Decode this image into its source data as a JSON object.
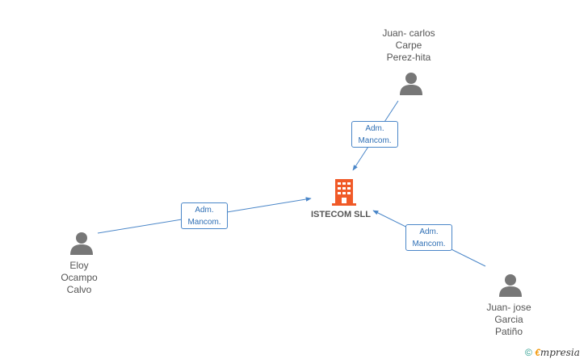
{
  "company": {
    "name": "ISTECOM SLL",
    "icon": "building-icon",
    "color": "#f05a28"
  },
  "persons": [
    {
      "id": "juan-carlos",
      "name_lines": [
        "Juan- carlos",
        "Carpe",
        "Perez-hita"
      ],
      "icon": "person-icon"
    },
    {
      "id": "eloy",
      "name_lines": [
        "Eloy",
        "Ocampo",
        "Calvo"
      ],
      "icon": "person-icon"
    },
    {
      "id": "juan-jose",
      "name_lines": [
        "Juan- jose",
        "Garcia",
        "Patiño"
      ],
      "icon": "person-icon"
    }
  ],
  "relations": [
    {
      "from": "juan-carlos",
      "to": "company",
      "label_lines": [
        "Adm.",
        "Mancom."
      ]
    },
    {
      "from": "eloy",
      "to": "company",
      "label_lines": [
        "Adm.",
        "Mancom."
      ]
    },
    {
      "from": "juan-jose",
      "to": "company",
      "label_lines": [
        "Adm.",
        "Mancom."
      ]
    }
  ],
  "colors": {
    "edge": "#4a86c8",
    "person_icon": "#777777",
    "text": "#555555"
  },
  "footer": {
    "copyright_symbol": "©",
    "brand_initial": "€",
    "brand_rest": "mpresia"
  }
}
